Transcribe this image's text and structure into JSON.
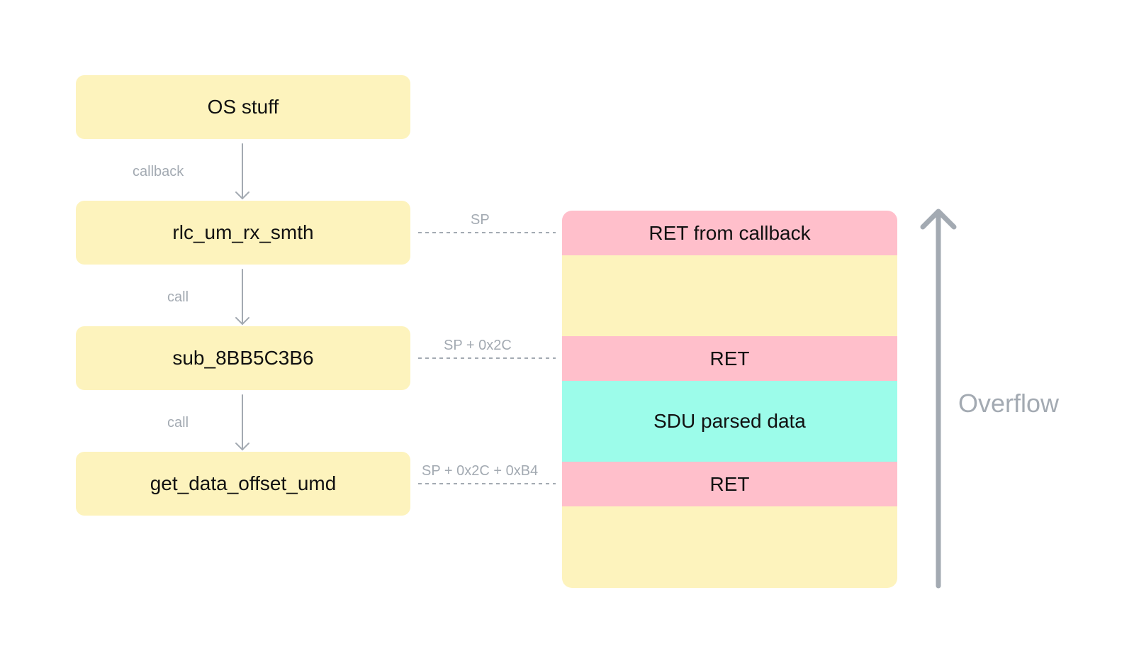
{
  "call_chain": {
    "boxes": [
      {
        "label": "OS stuff"
      },
      {
        "label": "rlc_um_rx_smth"
      },
      {
        "label": "sub_8BB5C3B6"
      },
      {
        "label": "get_data_offset_umd"
      }
    ],
    "edges": [
      {
        "label": "callback"
      },
      {
        "label": "call"
      },
      {
        "label": "call"
      }
    ]
  },
  "pointers": [
    {
      "label": "SP"
    },
    {
      "label": "SP + 0x2C"
    },
    {
      "label": "SP + 0x2C + 0xB4"
    }
  ],
  "stack": {
    "segments": [
      {
        "label": "RET from callback",
        "kind": "ret"
      },
      {
        "label": "",
        "kind": "frame"
      },
      {
        "label": "RET",
        "kind": "ret"
      },
      {
        "label": "SDU parsed data",
        "kind": "data"
      },
      {
        "label": "RET",
        "kind": "ret"
      },
      {
        "label": "",
        "kind": "frame"
      }
    ]
  },
  "overflow": {
    "label": "Overflow",
    "direction": "up"
  },
  "colors": {
    "frame": "#fdf3bd",
    "ret": "#ffbfcb",
    "data": "#9cfcea",
    "muted": "#a3aab2"
  }
}
